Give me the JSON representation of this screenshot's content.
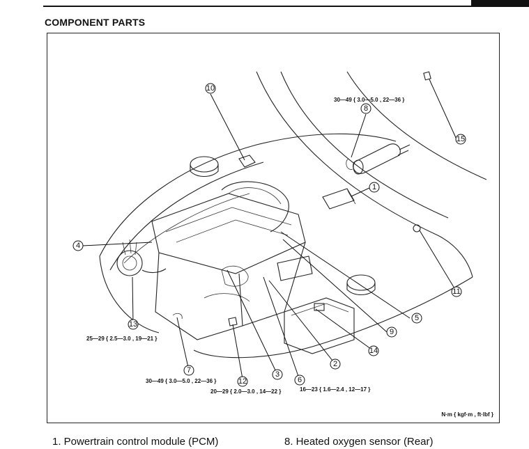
{
  "header": {
    "title": "COMPONENT PARTS"
  },
  "torque_specs": {
    "t8": "30—49 { 3.0—5.0 , 22—36 }",
    "t13": "25—29 { 2.5—3.0 , 19—21 }",
    "t7": "30—49 { 3.0—5.0 , 22—36 }",
    "t12": "20—29 { 2.0—3.0 , 14—22 }",
    "t6": "16—23 { 1.6—2.4 , 12—17 }"
  },
  "units_note": "N·m { kgf·m , ft·lbf }",
  "callouts": [
    "1",
    "2",
    "3",
    "4",
    "5",
    "6",
    "7",
    "8",
    "9",
    "10",
    "11",
    "12",
    "13",
    "14",
    "15"
  ],
  "legend": {
    "item1": "1.  Powertrain control module (PCM)",
    "item8": "8.  Heated oxygen sensor (Rear)"
  }
}
